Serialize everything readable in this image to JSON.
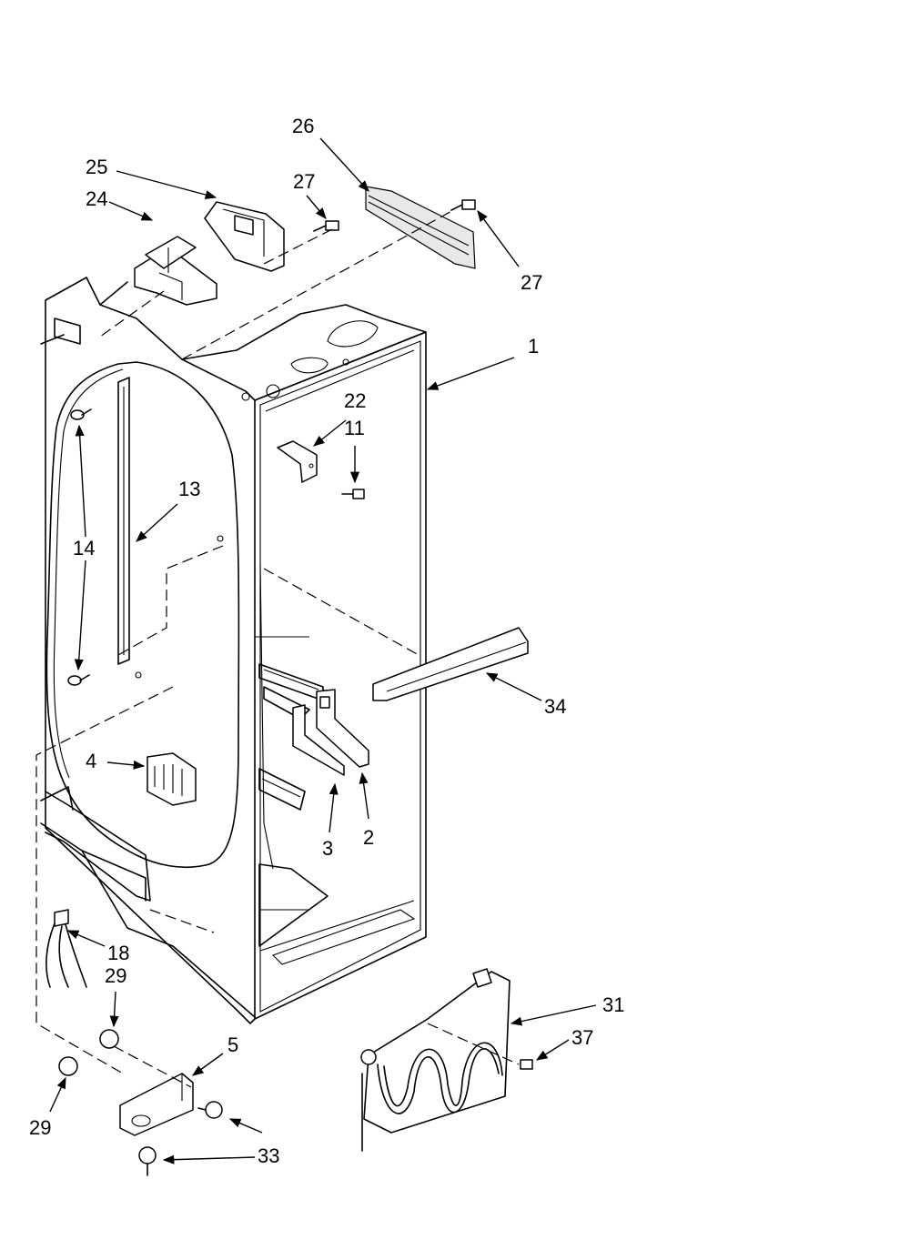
{
  "diagram": {
    "callouts": [
      {
        "id": "26",
        "label": "26"
      },
      {
        "id": "25",
        "label": "25"
      },
      {
        "id": "27a",
        "label": "27"
      },
      {
        "id": "24",
        "label": "24"
      },
      {
        "id": "27b",
        "label": "27"
      },
      {
        "id": "1",
        "label": "1"
      },
      {
        "id": "22",
        "label": "22"
      },
      {
        "id": "11",
        "label": "11"
      },
      {
        "id": "13",
        "label": "13"
      },
      {
        "id": "14",
        "label": "14"
      },
      {
        "id": "34",
        "label": "34"
      },
      {
        "id": "4",
        "label": "4"
      },
      {
        "id": "3",
        "label": "3"
      },
      {
        "id": "2",
        "label": "2"
      },
      {
        "id": "18",
        "label": "18"
      },
      {
        "id": "29a",
        "label": "29"
      },
      {
        "id": "31",
        "label": "31"
      },
      {
        "id": "37",
        "label": "37"
      },
      {
        "id": "5",
        "label": "5"
      },
      {
        "id": "29b",
        "label": "29"
      },
      {
        "id": "33",
        "label": "33"
      }
    ]
  }
}
